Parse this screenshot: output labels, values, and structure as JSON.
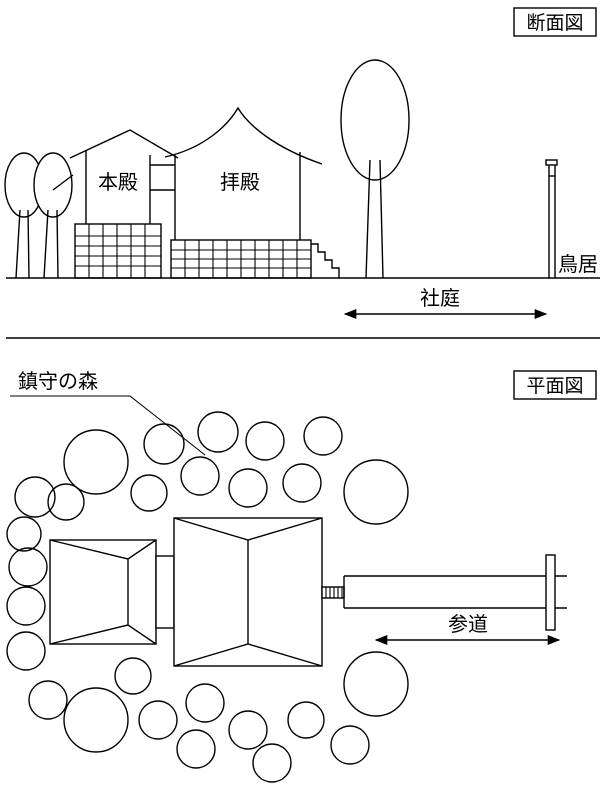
{
  "section_view": {
    "heading": "断面図",
    "main_hall_label": "本殿",
    "worship_hall_label": "拝殿",
    "torii_label": "鳥居",
    "courtyard_label": "社庭"
  },
  "plan_view": {
    "heading": "平面図",
    "forest_label": "鎮守の森",
    "approach_label": "参道"
  }
}
